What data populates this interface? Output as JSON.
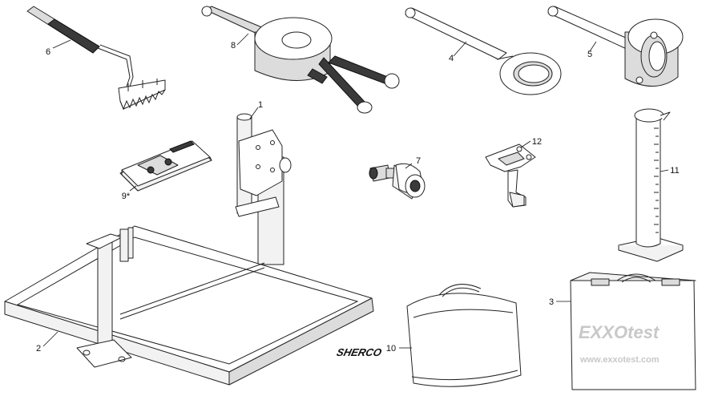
{
  "callouts": {
    "item_1": "1",
    "item_2": "2",
    "item_3": "3",
    "item_4": "4",
    "item_5": "5",
    "item_6": "6",
    "item_7": "7",
    "item_8": "8",
    "item_9": "9*",
    "item_10": "10",
    "item_11": "11",
    "item_12": "12"
  },
  "branding": {
    "case_logo": "EXXOtest",
    "case_url": "www.exxotest.com",
    "bag_logo": "SHERCO"
  },
  "icons": [
    "handle-tool-icon",
    "hub-puller-icon",
    "pin-wrench-icon",
    "ring-wrench-icon",
    "stand-icon",
    "manual-icon",
    "extractor-icon",
    "bracket-icon",
    "measuring-cylinder-icon",
    "tray-stand-icon",
    "bag-icon",
    "case-icon"
  ]
}
